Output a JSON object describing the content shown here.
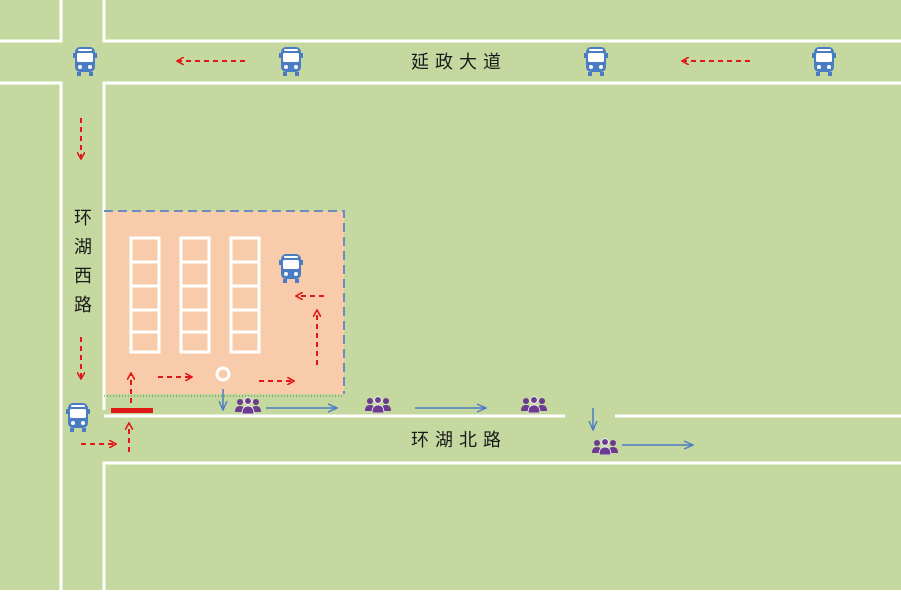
{
  "colors": {
    "land": "#c5d89f",
    "road_edge": "#ffffff",
    "lot_fill": "#f8ccaa",
    "lot_border": "#6b8cbf",
    "bus": "#4a7cc4",
    "red_arrow": "#e01818",
    "blue_arrow": "#4a7cc4",
    "people": "#6a3b8e",
    "stop_bar": "#e01818"
  },
  "roads": {
    "top": {
      "name": "延政大道"
    },
    "left": {
      "name": "环湖西路",
      "chars": [
        "环",
        "湖",
        "西",
        "路"
      ]
    },
    "bottom": {
      "name": "环湖北路"
    }
  },
  "icons": {
    "bus": "bus-icon",
    "people": "pedestrian-group-icon",
    "entrance": "ring-marker-icon"
  }
}
